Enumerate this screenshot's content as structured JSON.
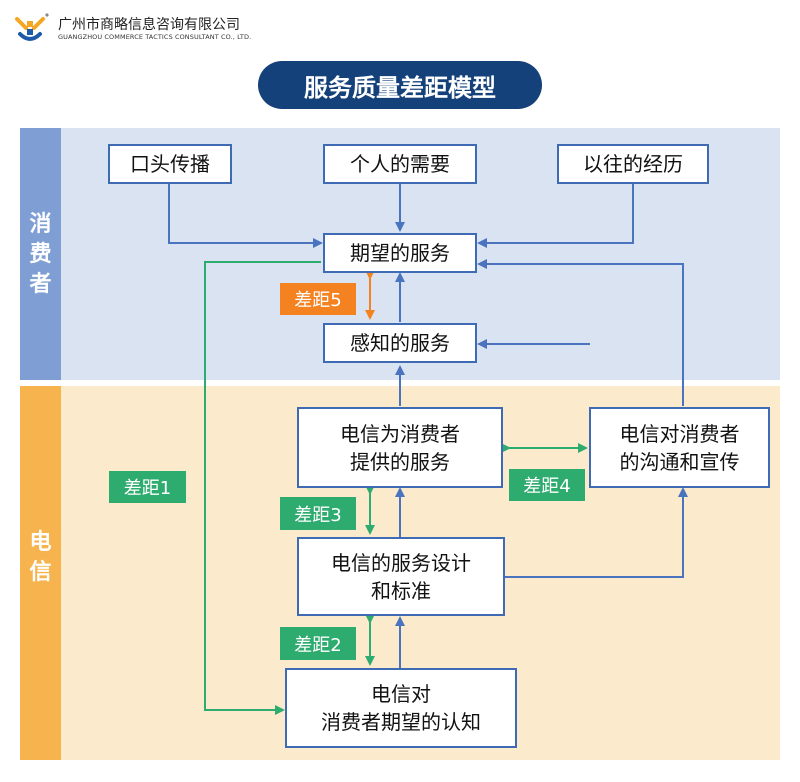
{
  "header": {
    "company_cn": "广州市商略信息咨询有限公司",
    "company_en": "GUANGZHOU COMMERCE TACTICS CONSULTANT CO., LTD.",
    "logo_icon": "company-logo-icon"
  },
  "title": "服务质量差距模型",
  "sections": {
    "consumer": "消费者",
    "telecom": "电信"
  },
  "nodes": {
    "word_of_mouth": "口头传播",
    "personal_needs": "个人的需要",
    "past_experience": "以往的经历",
    "expected_service": "期望的服务",
    "perceived_service": "感知的服务",
    "service_delivery_line1": "电信为消费者",
    "service_delivery_line2": "提供的服务",
    "communication_line1": "电信对消费者",
    "communication_line2": "的沟通和宣传",
    "service_design_line1": "电信的服务设计",
    "service_design_line2": "和标准",
    "perception_line1": "电信对",
    "perception_line2": "消费者期望的认知"
  },
  "gaps": {
    "gap1": "差距1",
    "gap2": "差距2",
    "gap3": "差距3",
    "gap4": "差距4",
    "gap5": "差距5"
  },
  "colors": {
    "title_bg": "#14417a",
    "consumer_band": "#dae3f2",
    "consumer_side": "#7f9fd4",
    "telecom_band": "#fbeacb",
    "telecom_side": "#f6b34e",
    "box_border": "#3f6ab4",
    "arrow_blue": "#4a74c0",
    "gap_green": "#2eab6e",
    "gap_orange": "#f58220"
  }
}
